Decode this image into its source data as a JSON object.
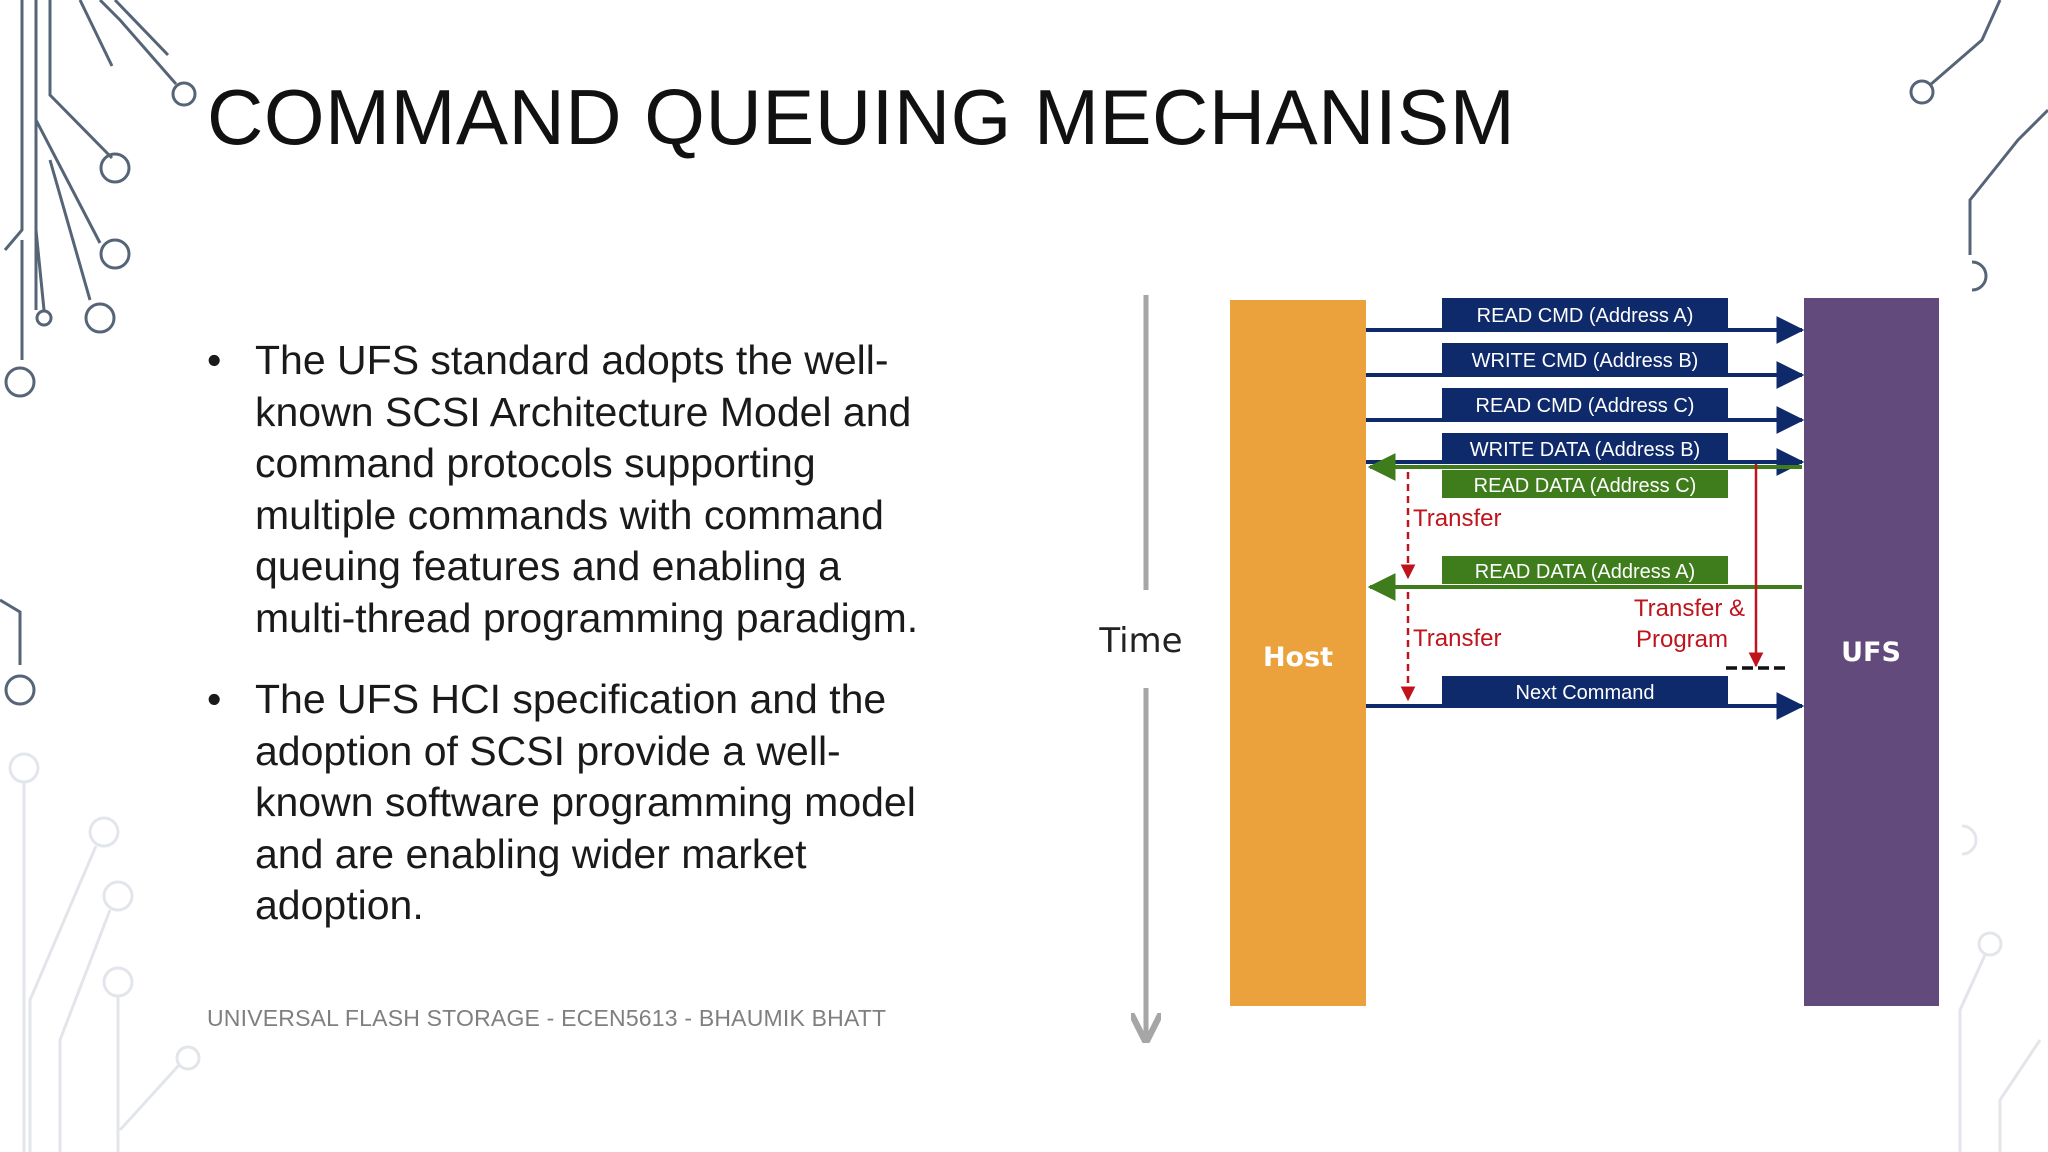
{
  "slide": {
    "title": "COMMAND QUEUING MECHANISM",
    "bullets": [
      "The UFS standard adopts the well-known SCSI Architecture Model and command protocols supporting multiple commands with command queuing features and enabling a multi-thread programming paradigm.",
      "The UFS HCI specification and the adoption of SCSI provide a well-known software programming model and are enabling wider market adoption."
    ],
    "bullet_marker": "•",
    "footer": "UNIVERSAL FLASH STORAGE - ECEN5613 - BHAUMIK BHATT"
  },
  "diagram": {
    "time_label": "Time",
    "host_label": "Host",
    "ufs_label": "UFS",
    "messages": [
      {
        "label": "READ CMD (Address A)",
        "direction": "host-to-ufs",
        "style": "command"
      },
      {
        "label": "WRITE  CMD (Address B)",
        "direction": "host-to-ufs",
        "style": "command"
      },
      {
        "label": "READ CMD (Address C)",
        "direction": "host-to-ufs",
        "style": "command"
      },
      {
        "label": "WRITE  DATA (Address B)",
        "direction": "host-to-ufs",
        "style": "command"
      },
      {
        "label": "READ DATA (Address C)",
        "direction": "ufs-to-host",
        "style": "data"
      },
      {
        "label": "READ DATA (Address A)",
        "direction": "ufs-to-host",
        "style": "data"
      },
      {
        "label": "Next Command",
        "direction": "host-to-ufs",
        "style": "command"
      }
    ],
    "annotations": {
      "transfer_1": "Transfer",
      "transfer_2": "Transfer",
      "transfer_program_line1": "Transfer &",
      "transfer_program_line2": "Program"
    },
    "colors": {
      "host": "#eca23c",
      "ufs": "#634a7d",
      "command": "#0f2a6b",
      "data": "#3f7d1c",
      "annotation": "#c0141c",
      "time_axis": "#a6a6a6",
      "circuit": "#44546a"
    }
  }
}
